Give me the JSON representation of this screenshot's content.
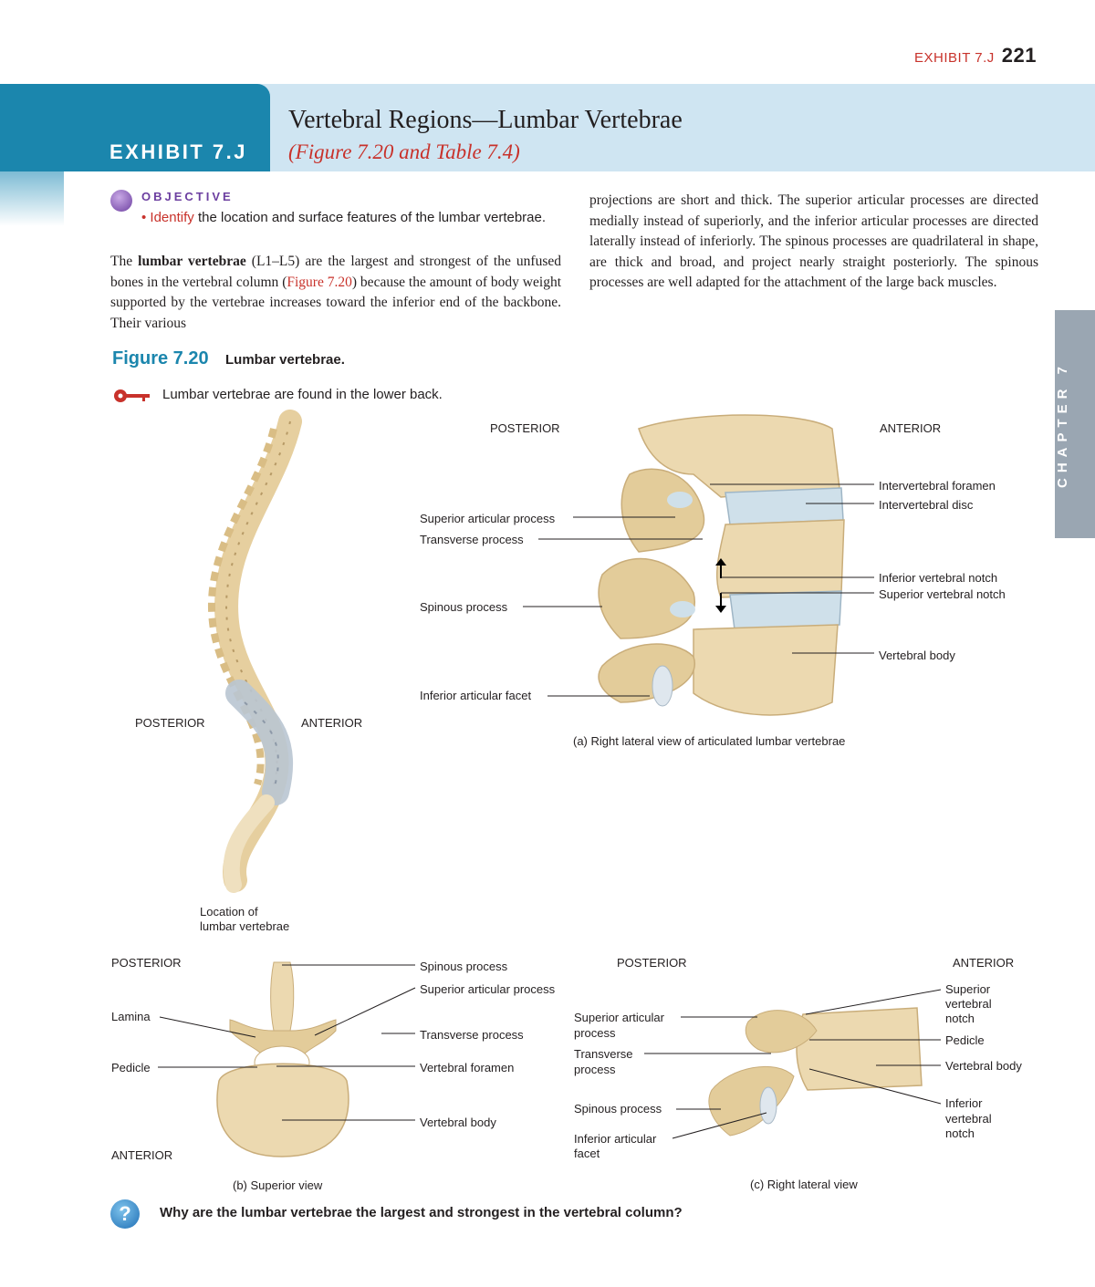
{
  "running_head": {
    "exhibit": "EXHIBIT 7.J",
    "page_number": "221"
  },
  "header": {
    "exhibit_label": "EXHIBIT 7.J",
    "title": "Vertebral Regions—Lumbar Vertebrae",
    "subtitle": "(Figure 7.20 and Table 7.4)"
  },
  "objective": {
    "heading": "OBJECTIVE",
    "bullet_verb": "Identify",
    "bullet_rest": " the location and surface features of the lumbar vertebrae."
  },
  "body": {
    "p1_lead": "The ",
    "p1_term": "lumbar vertebrae",
    "p1_mid": " (L1–L5) are the largest and strongest of the unfused bones in the vertebral column (",
    "p1_ref": "Figure 7.20",
    "p1_tail": ") because the amount of body weight supported by the vertebrae increases toward the inferior end of the backbone. Their various",
    "p2": "projections are short and thick. The superior articular processes are directed medially instead of superiorly, and the inferior articular processes are directed laterally instead of inferiorly. The spinous processes are quadrilateral in shape, are thick and broad, and project nearly straight posteriorly. The spinous processes are well adapted for the attachment of the large back muscles."
  },
  "figure": {
    "number": "Figure 7.20",
    "caption": "Lumbar vertebrae.",
    "key_text": "Lumbar vertebrae are found in the lower back."
  },
  "spine_panel": {
    "posterior": "POSTERIOR",
    "anterior": "ANTERIOR",
    "caption_line1": "Location of",
    "caption_line2": "lumbar vertebrae"
  },
  "panel_a": {
    "posterior": "POSTERIOR",
    "anterior": "ANTERIOR",
    "labels_left": [
      "Superior articular process",
      "Transverse process",
      "Spinous process",
      "Inferior articular facet"
    ],
    "labels_right": [
      "Intervertebral foramen",
      "Intervertebral disc",
      "Inferior vertebral notch",
      "Superior vertebral notch",
      "Vertebral body"
    ],
    "caption": "(a) Right lateral view of articulated lumbar vertebrae"
  },
  "panel_b": {
    "posterior": "POSTERIOR",
    "anterior": "ANTERIOR",
    "labels_left": [
      "Lamina",
      "Pedicle"
    ],
    "labels_right": [
      "Spinous process",
      "Superior articular process",
      "Transverse process",
      "Vertebral foramen",
      "Vertebral body"
    ],
    "caption": "(b) Superior view"
  },
  "panel_c": {
    "posterior": "POSTERIOR",
    "anterior": "ANTERIOR",
    "labels_left": [
      "Superior articular",
      "process",
      "Transverse",
      "process",
      "Spinous process",
      "Inferior articular",
      "facet"
    ],
    "labels_right": [
      "Superior",
      "vertebral",
      "notch",
      "Pedicle",
      "Vertebral body",
      "Inferior",
      "vertebral",
      "notch"
    ],
    "caption": "(c) Right lateral view"
  },
  "side_tab": "CHAPTER 7",
  "question": "Why are the lumbar vertebrae the largest and strongest in the vertebral column?",
  "colors": {
    "brand_blue": "#1b86ad",
    "accent_red": "#c8322b",
    "band": "#cfe5f2",
    "bone": "#ecd9b0",
    "disc": "#cfe0ea"
  }
}
